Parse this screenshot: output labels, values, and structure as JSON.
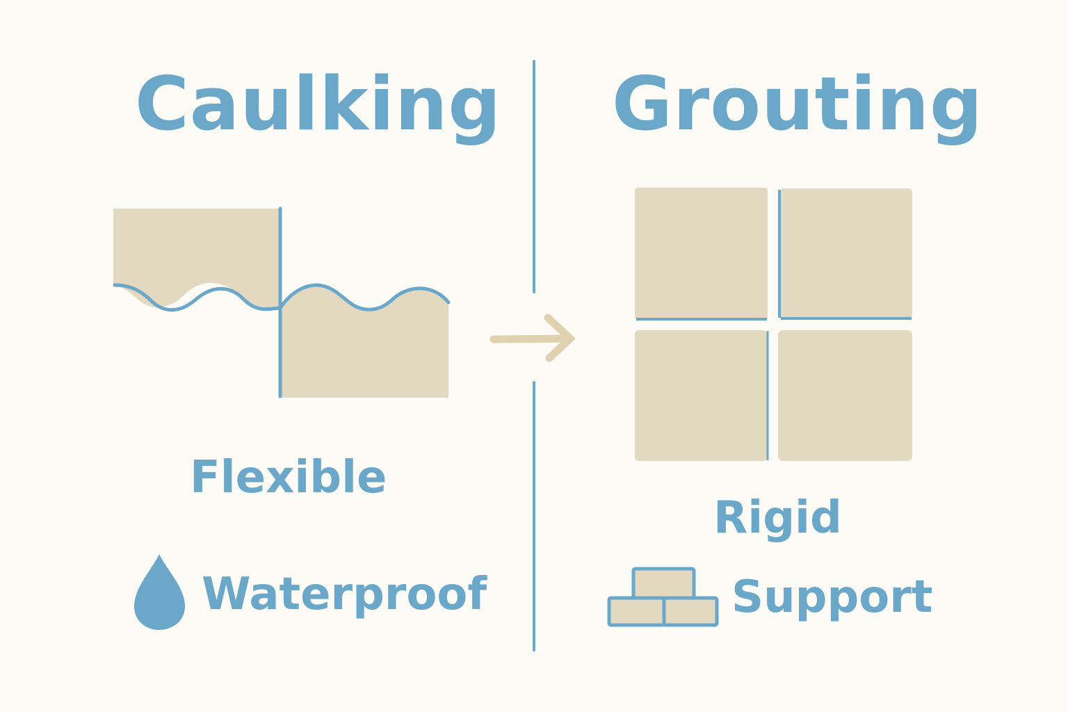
{
  "colors": {
    "background": "#fcfbf6",
    "accent": "#6aa7c8",
    "tile": "#e3d9c1"
  },
  "left": {
    "title": "Caulking",
    "property": "Flexible",
    "benefit": "Waterproof",
    "benefit_icon": "water-drop-icon"
  },
  "right": {
    "title": "Grouting",
    "property": "Rigid",
    "benefit": "Support",
    "benefit_icon": "bricks-icon"
  },
  "center_icon": "arrow-right-icon"
}
